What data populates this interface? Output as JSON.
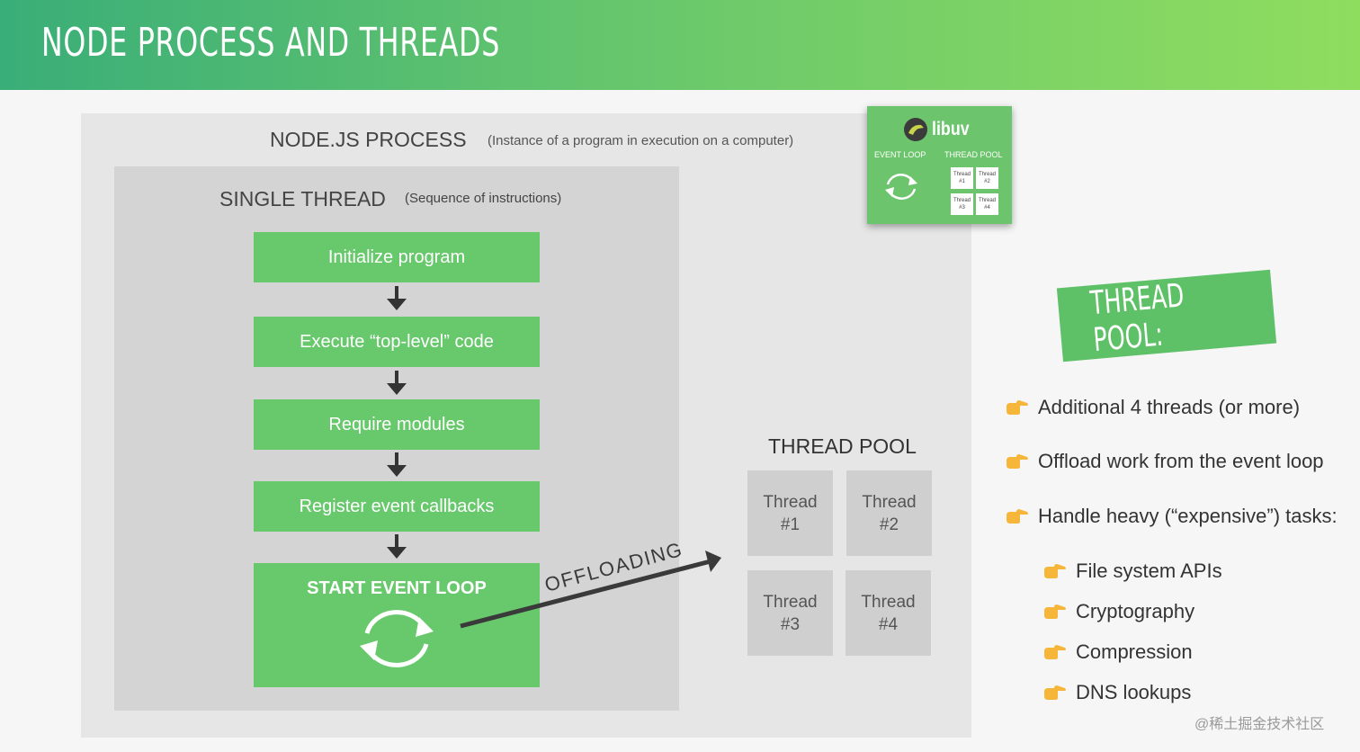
{
  "header": {
    "title": "NODE PROCESS AND THREADS"
  },
  "process": {
    "title": "NODE.JS PROCESS",
    "subtitle": "(Instance of a program in execution on a computer)"
  },
  "single_thread": {
    "title": "SINGLE THREAD",
    "subtitle": "(Sequence of instructions)",
    "steps": [
      "Initialize program",
      "Execute “top-level” code",
      "Require modules",
      "Register event callbacks"
    ],
    "event_loop_label": "START EVENT LOOP"
  },
  "offloading_label": "OFFLOADING",
  "thread_pool": {
    "title": "THREAD POOL",
    "threads": [
      {
        "name": "Thread",
        "num": "#1"
      },
      {
        "name": "Thread",
        "num": "#2"
      },
      {
        "name": "Thread",
        "num": "#3"
      },
      {
        "name": "Thread",
        "num": "#4"
      }
    ]
  },
  "libuv": {
    "name": "libuv",
    "event_loop": "EVENT LOOP",
    "thread_pool": "THREAD POOL",
    "mini_threads": [
      {
        "name": "Thread",
        "num": "#1"
      },
      {
        "name": "Thread",
        "num": "#2"
      },
      {
        "name": "Thread",
        "num": "#3"
      },
      {
        "name": "Thread",
        "num": "#4"
      }
    ]
  },
  "badge": {
    "text": "THREAD POOL:"
  },
  "bullets": [
    "Additional 4 threads (or more)",
    "Offload work from the event loop",
    "Handle heavy (“expensive”) tasks:"
  ],
  "sub_bullets": [
    "File system APIs",
    "Cryptography",
    "Compression",
    "DNS lookups"
  ],
  "watermark": "@稀土掘金技术社区",
  "colors": {
    "header_start": "#3aae78",
    "header_end": "#8fdd5f",
    "step_green": "#68c86c",
    "hand": "#f5b63a"
  },
  "icons": [
    "refresh-icon",
    "down-arrow-icon",
    "hand-pointing-icon",
    "dinosaur-logo"
  ]
}
